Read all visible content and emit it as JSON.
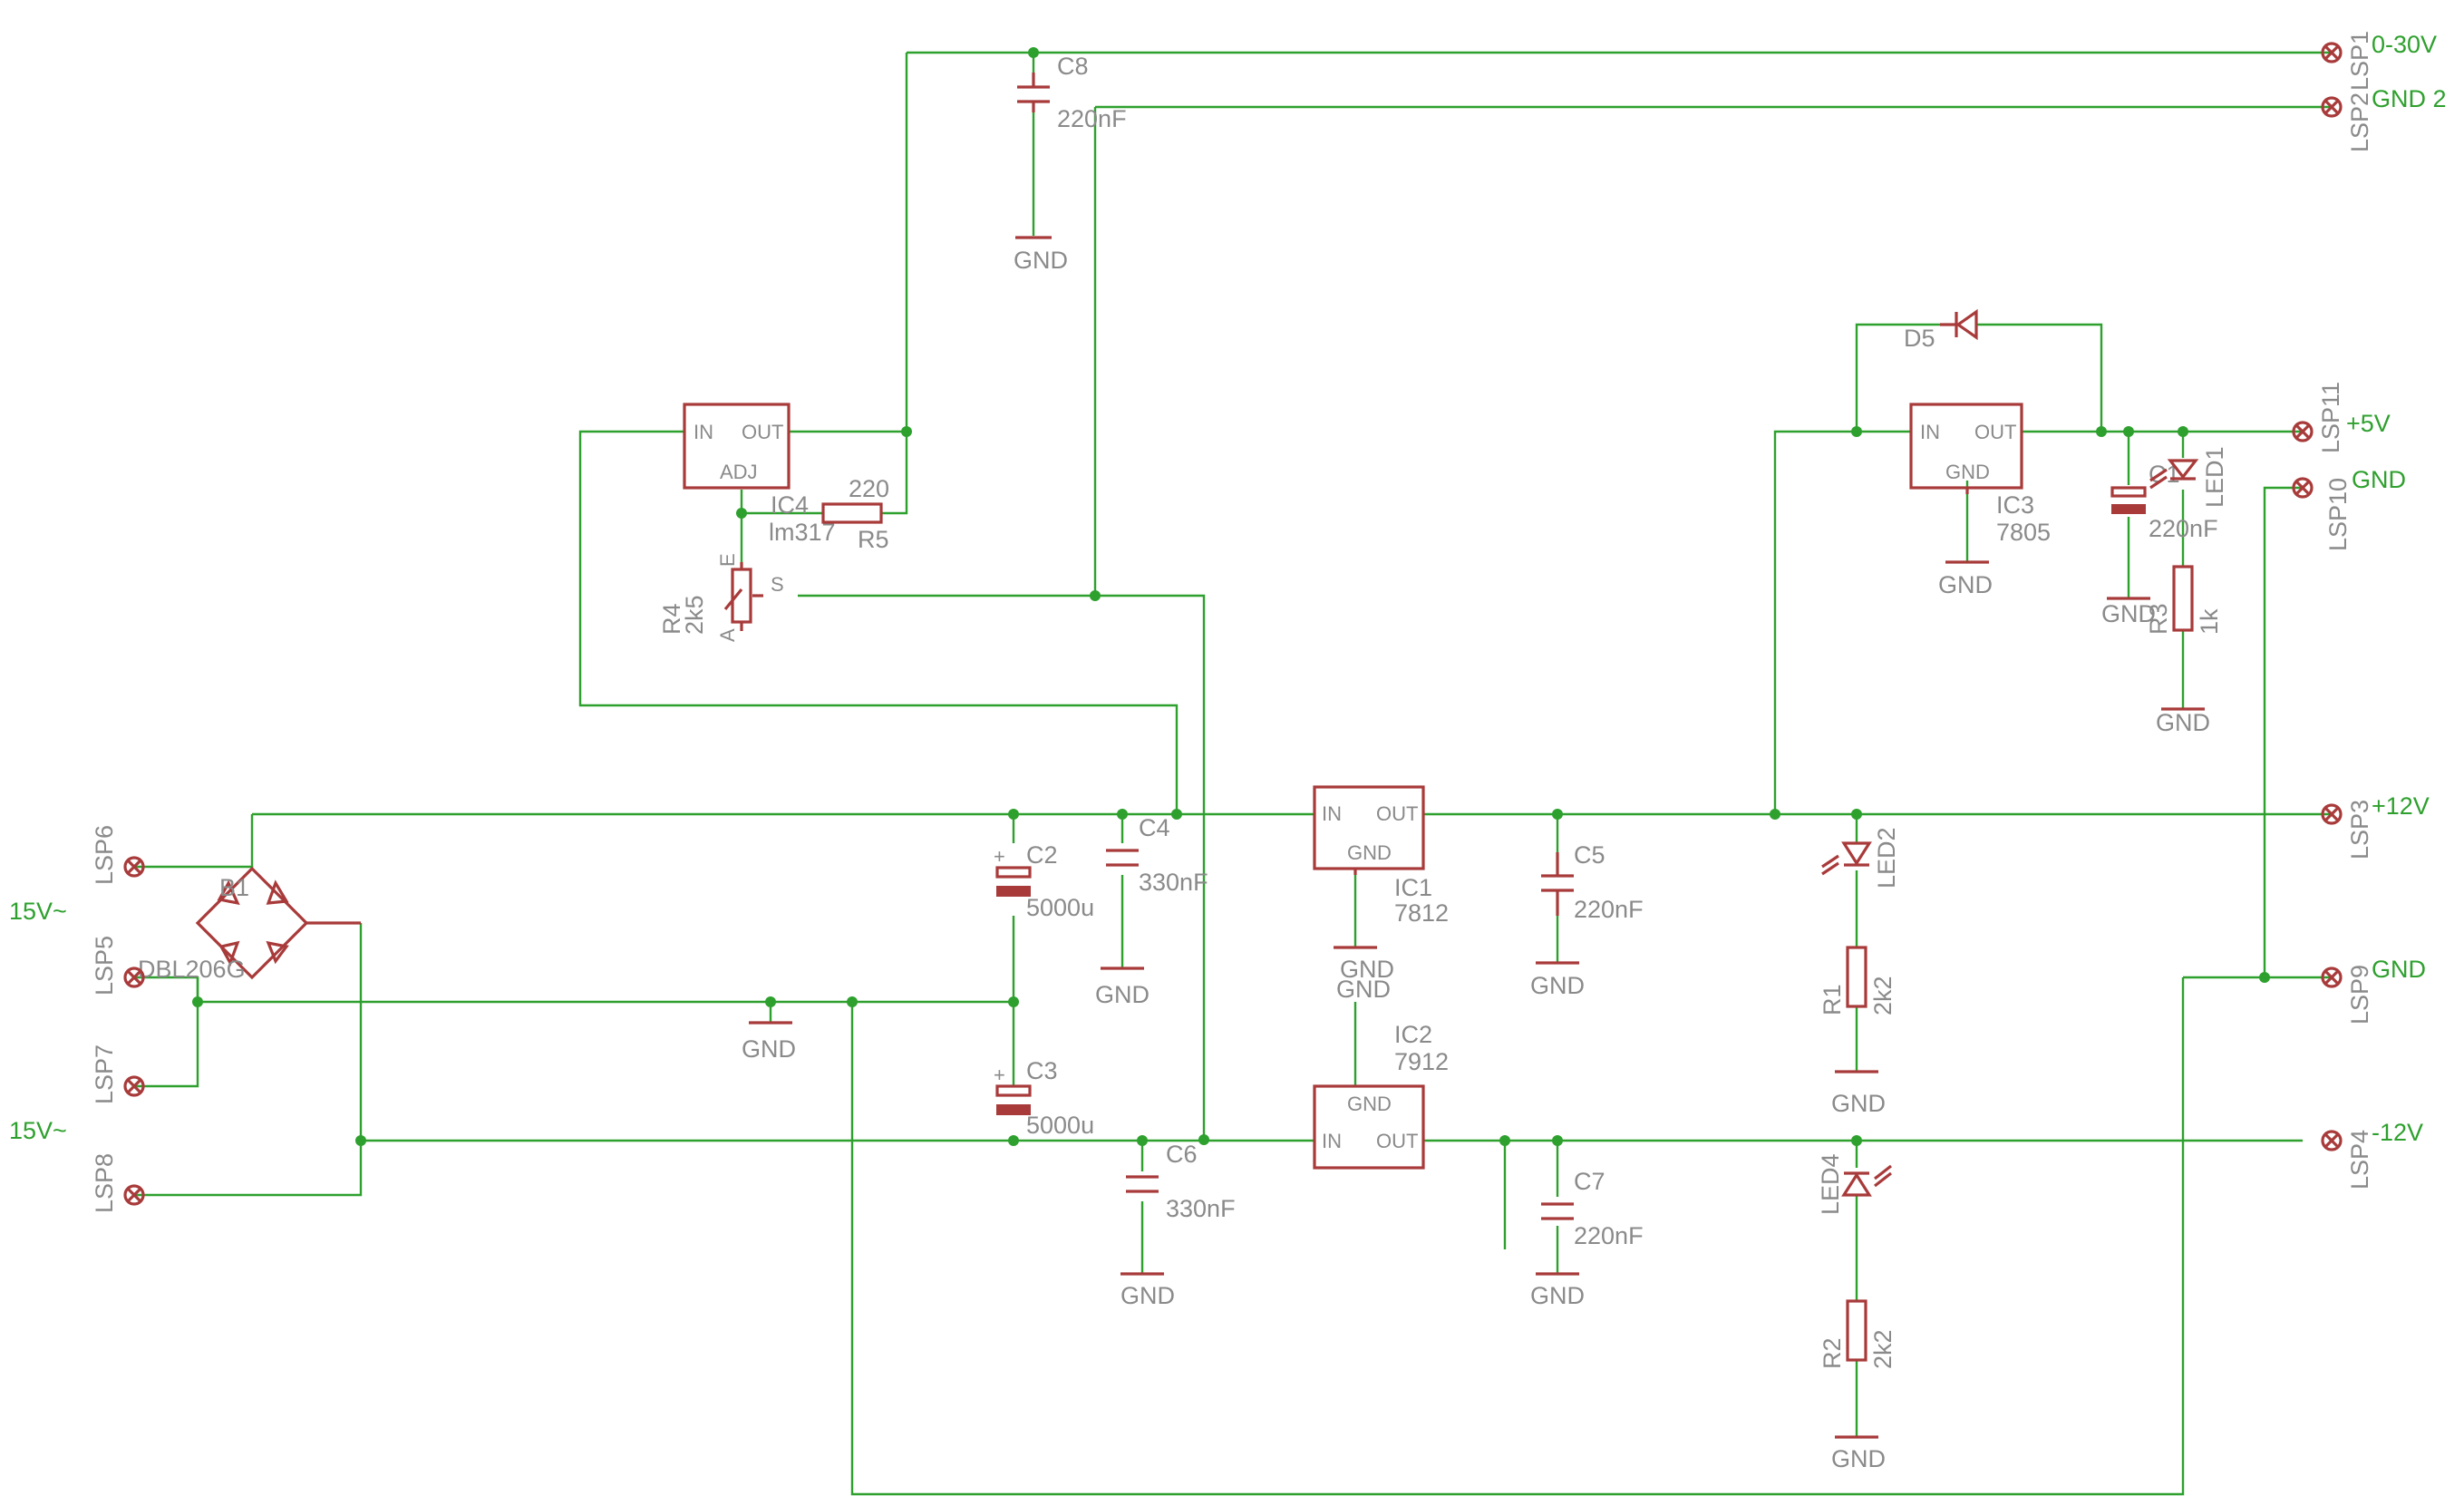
{
  "colors": {
    "wire": "#2ea02e",
    "part": "#a83a3a",
    "label": "#8a8a8a",
    "net_label": "#2ea02e"
  },
  "nets": {
    "out_0_30": "0-30V",
    "gnd2": "GND 2",
    "p5v": "+5V",
    "gnd_top": "GND",
    "p12v": "+12V",
    "gnd_mid": "GND",
    "m12v": "-12V",
    "ac_top": "15V~",
    "ac_bottom": "15V~"
  },
  "parts": {
    "c8": {
      "name": "C8",
      "value": "220nF"
    },
    "ic4": {
      "name": "IC4",
      "value": "lm317",
      "pin_in": "IN",
      "pin_out": "OUT",
      "pin_adj": "ADJ"
    },
    "r5": {
      "name": "R5",
      "value": "220"
    },
    "r4": {
      "name": "R4",
      "value": "2k5",
      "pin_e": "E",
      "pin_a": "A",
      "pin_s": "S"
    },
    "d5": {
      "name": "D5"
    },
    "ic3": {
      "name": "IC3",
      "value": "7805",
      "pin_in": "IN",
      "pin_out": "OUT",
      "pin_gnd": "GND"
    },
    "c1": {
      "name": "C1",
      "value": "220nF"
    },
    "led1": {
      "name": "LED1"
    },
    "r3": {
      "name": "R3",
      "value": "1k"
    },
    "b1": {
      "name": "B1",
      "value": "DBL206G"
    },
    "c2": {
      "name": "C2",
      "value": "5000u"
    },
    "c3": {
      "name": "C3",
      "value": "5000u"
    },
    "c4": {
      "name": "C4",
      "value": "330nF"
    },
    "c6": {
      "name": "C6",
      "value": "330nF"
    },
    "ic1": {
      "name": "IC1",
      "value": "7812",
      "pin_in": "IN",
      "pin_out": "OUT",
      "pin_gnd": "GND"
    },
    "ic2": {
      "name": "IC2",
      "value": "7912",
      "pin_in": "IN",
      "pin_out": "OUT",
      "pin_gnd": "GND"
    },
    "c5": {
      "name": "C5",
      "value": "220nF"
    },
    "c7": {
      "name": "C7",
      "value": "220nF"
    },
    "led2": {
      "name": "LED2"
    },
    "led4": {
      "name": "LED4"
    },
    "r1": {
      "name": "R1",
      "value": "2k2"
    },
    "r2": {
      "name": "R2",
      "value": "2k2"
    }
  },
  "connectors": {
    "lsp1": "LSP1",
    "lsp2": "LSP2",
    "lsp11": "LSP11",
    "lsp10": "LSP10",
    "lsp3": "LSP3",
    "lsp9": "LSP9",
    "lsp4": "LSP4",
    "lsp6": "LSP6",
    "lsp5": "LSP5",
    "lsp7": "LSP7",
    "lsp8": "LSP8"
  },
  "gnd_label": "GND"
}
